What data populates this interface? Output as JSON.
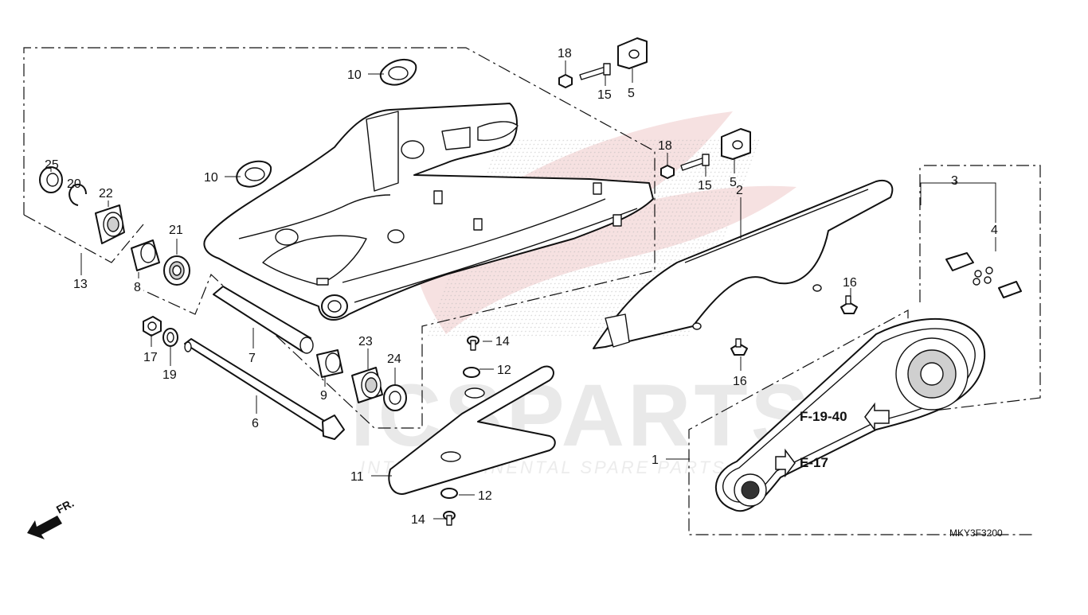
{
  "diagram_code": "MKY3F3200",
  "direction_label": "FR.",
  "reference_labels": {
    "chain_ref": "F-19-40",
    "sprocket_ref": "E-17"
  },
  "watermark": {
    "main_text": "ICSPARTS",
    "sub_text": "INTERCONTINENTAL SPARE PARTS"
  },
  "callouts": {
    "c1": "1",
    "c2": "2",
    "c3": "3",
    "c4": "4",
    "c5a": "5",
    "c5b": "5",
    "c6": "6",
    "c7": "7",
    "c8": "8",
    "c9": "9",
    "c10a": "10",
    "c10b": "10",
    "c11": "11",
    "c12a": "12",
    "c12b": "12",
    "c13": "13",
    "c14a": "14",
    "c14b": "14",
    "c15a": "15",
    "c15b": "15",
    "c16a": "16",
    "c16b": "16",
    "c17": "17",
    "c18a": "18",
    "c18b": "18",
    "c19": "19",
    "c20": "20",
    "c21": "21",
    "c22": "22",
    "c23": "23",
    "c24": "24",
    "c25": "25"
  },
  "colors": {
    "line": "#111111",
    "watermark_grey": "#e9e9e9",
    "watermark_red": "#f4dada"
  }
}
